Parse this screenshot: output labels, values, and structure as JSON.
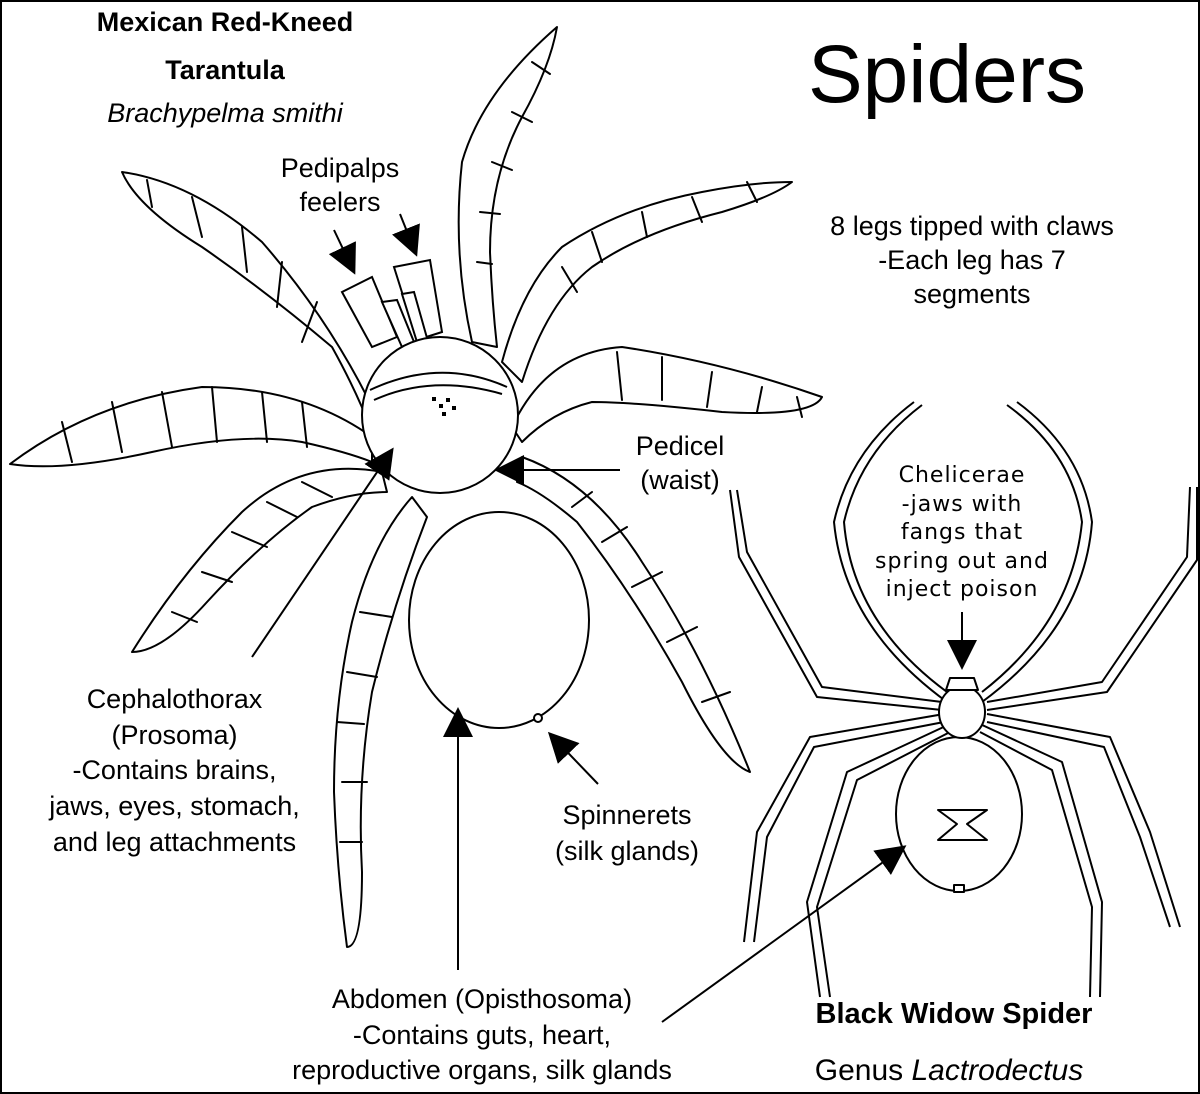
{
  "title": "Spiders",
  "tarantula": {
    "name_line1": "Mexican Red-Kneed",
    "name_line2": "Tarantula",
    "species": "Brachypelma smithi"
  },
  "labels": {
    "pedipalps": [
      "Pedipalps",
      "feelers"
    ],
    "legs": [
      "8 legs tipped with claws",
      "-Each leg has 7",
      "segments"
    ],
    "pedicel": [
      "Pedicel",
      "(waist)"
    ],
    "chelicerae": [
      "Chelicerae",
      "-jaws with",
      "fangs that",
      "spring out and",
      "inject poison"
    ],
    "cephalothorax": [
      "Cephalothorax",
      "(Prosoma)",
      "-Contains brains,",
      "jaws, eyes, stomach,",
      "and leg attachments"
    ],
    "spinnerets": [
      "Spinnerets",
      "(silk glands)"
    ],
    "abdomen": [
      "Abdomen (Opisthosoma)",
      "-Contains guts, heart,",
      "reproductive organs, silk glands"
    ]
  },
  "black_widow": {
    "name": "Black Widow Spider",
    "genus_prefix": "Genus",
    "genus": "Lactrodectus"
  }
}
